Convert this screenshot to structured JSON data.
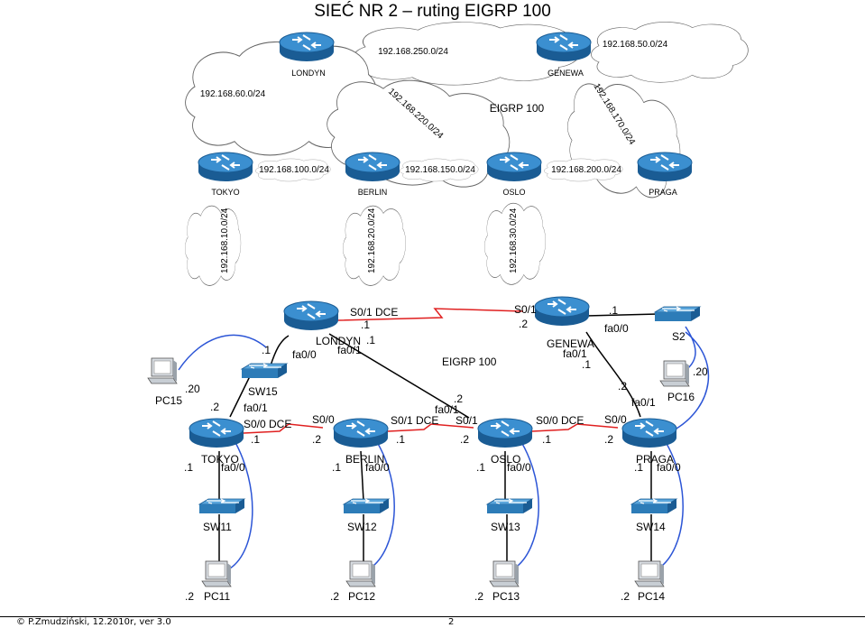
{
  "title": "SIEĆ NR 2 – ruting EIGRP 100",
  "top": {
    "clouds": [
      "192.168.250.0/24",
      "192.168.50.0/24",
      "192.168.60.0/24",
      "192.168.220.0/24",
      "192.168.170.0/24",
      "192.168.100.0/24",
      "192.168.150.0/24",
      "192.168.200.0/24",
      "192.168.10.0/24",
      "192.168.20.0/24",
      "192.168.30.0/24"
    ],
    "routers": [
      "LONDYN",
      "GENEWA",
      "TOKYO",
      "BERLIN",
      "OSLO",
      "PRAGA"
    ],
    "eigrp": "EIGRP 100"
  },
  "bottom": {
    "routers": [
      "LONDYN",
      "GENEWA",
      "TOKYO",
      "BERLIN",
      "OSLO",
      "PRAGA"
    ],
    "switches": [
      "SW15",
      "S2",
      "SW11",
      "SW12",
      "SW13",
      "SW14"
    ],
    "pcs": [
      "PC15",
      "PC16",
      "PC11",
      "PC12",
      "PC13",
      "PC14"
    ],
    "eigrp": "EIGRP 100",
    "labels": {
      "l_s01dce": "S0/1 DCE",
      "l_d1a": ".1",
      "l_d1b": ".1",
      "l_fa01": "fa0/1",
      "l_fa00": "fa0/0",
      "l_d1sw": ".1",
      "g_s01": "S0/1",
      "g_d2": ".2",
      "g_d1": ".1",
      "g_fa00": "fa0/0",
      "g_fa01": "fa0/1",
      "g_d1b": ".1",
      "pc15_20": ".20",
      "pc16_20": ".20",
      "t_d2": ".2",
      "t_fa01": "fa0/1",
      "t_s00dce": "S0/0 DCE",
      "t_d1": ".1",
      "t_d1fa": ".1",
      "t_fa00": "fa0/0",
      "b_s00": "S0/0",
      "b_d2": ".2",
      "b_s01dce": "S0/1 DCE",
      "b_d1": ".1",
      "b_d1fa": ".1",
      "b_fa00": "fa0/0",
      "o_d2top": ".2",
      "o_fa01": "fa0/1",
      "o_s01": "S0/1",
      "o_d2": ".2",
      "o_s00dce": "S0/0 DCE",
      "o_d1": ".1",
      "o_d1fa": ".1",
      "o_fa00": "fa0/0",
      "p_d2top": ".2",
      "p_fa01": "fa0/1",
      "p_s00": "S0/0",
      "p_d2": ".2",
      "p_d1fa": ".1",
      "p_fa00": "fa0/0",
      "pc11_2": ".2",
      "pc12_2": ".2",
      "pc13_2": ".2",
      "pc14_2": ".2"
    }
  },
  "footer": {
    "author": "© P.Żmudziński, 12.2010r, ver 3.0",
    "page": "2"
  },
  "colors": {
    "router_top": "#2e7ab8",
    "router_side": "#1a5c94",
    "switch": "#3a8cc4",
    "serial": "#e02020",
    "ethernet_blue": "#2c55d6"
  }
}
